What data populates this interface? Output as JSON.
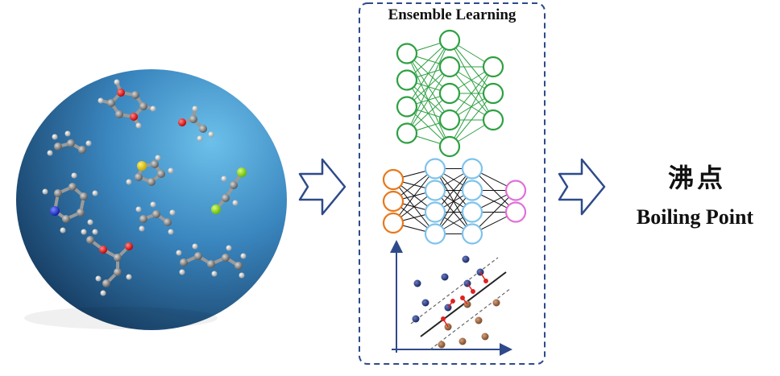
{
  "panel": {
    "title": "Ensemble Learning"
  },
  "output": {
    "label_cn": "沸点",
    "label_en": "Boiling Point"
  },
  "colors": {
    "sphere_dark": "#1f4e79",
    "sphere_light": "#5fb3e0",
    "arrow_outline": "#2e4a8a",
    "nn_green": "#2ea043",
    "nn_orange": "#e8781a",
    "nn_blue": "#7ec3ea",
    "nn_pink": "#e070d8",
    "svm_blue_point": "#2a3f7f",
    "svm_brown_point": "#9a6a4a",
    "support_vector_marker": "#e02020",
    "panel_border": "#2e4a8a"
  },
  "icons": {
    "molecules": "molecule-ball-and-stick-icons",
    "input_arrow": "hollow-right-arrow-icon",
    "output_arrow": "hollow-right-arrow-icon"
  },
  "network_layers": {
    "green_network": [
      4,
      5,
      3
    ],
    "mixed_network": [
      3,
      4,
      4,
      2
    ]
  }
}
